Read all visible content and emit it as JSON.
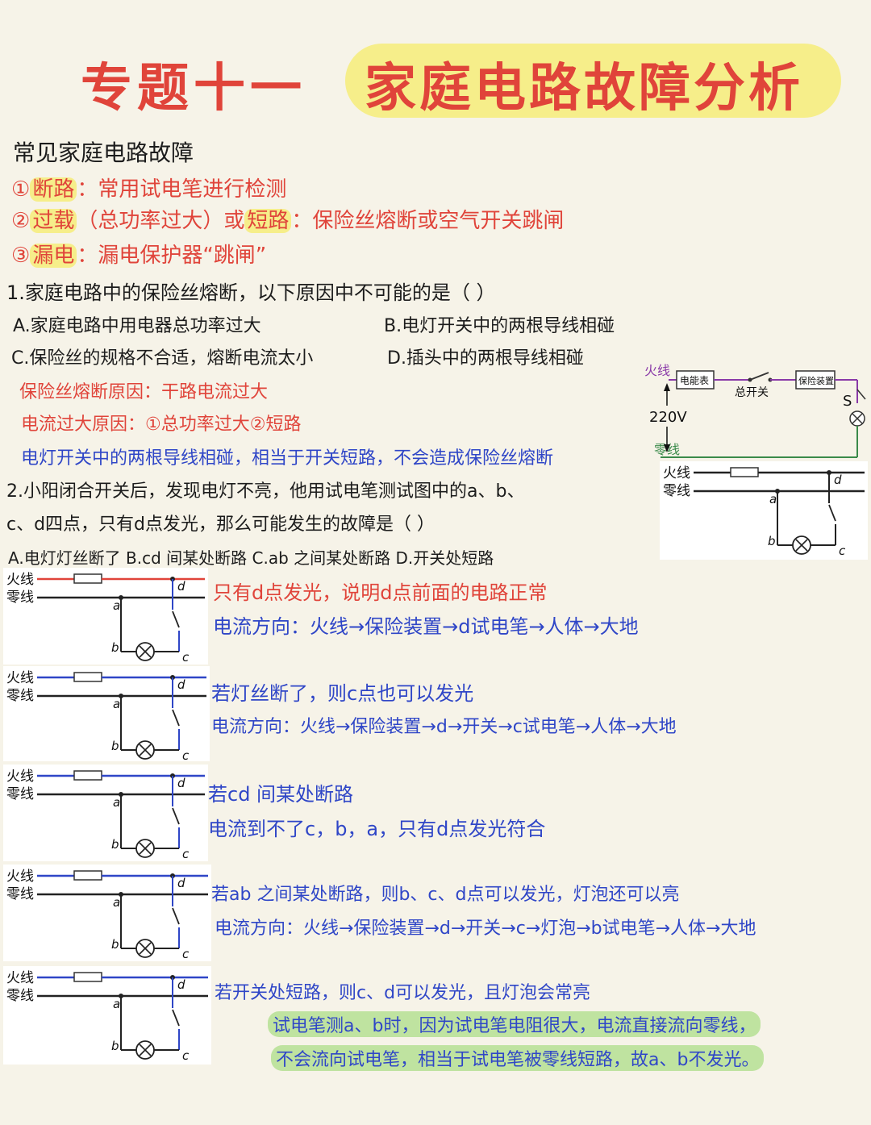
{
  "title": {
    "left": "专题十一",
    "right": "家庭电路故障分析"
  },
  "heading": "常见家庭电路故障",
  "faults": [
    {
      "num": "①",
      "key": "断路",
      "rest": "：常用试电笔进行检测"
    },
    {
      "num": "②",
      "key": "过载",
      "mid": "（总功率过大）或",
      "key2": "短路",
      "rest": "：保险丝熔断或空气开关跳闸"
    },
    {
      "num": "③",
      "key": "漏电",
      "rest": "：漏电保护器“跳闸”"
    }
  ],
  "q1": {
    "stem": "1.家庭电路中的保险丝熔断，以下原因中不可能的是（   ）",
    "optA": "A.家庭电路中用电器总功率过大",
    "optB": "B.电灯开关中的两根导线相碰",
    "optC": "C.保险丝的规格不合适，熔断电流太小",
    "optD": "D.插头中的两根导线相碰",
    "note1": "保险丝熔断原因：干路电流过大",
    "note2": "电流过大原因：①总功率过大②短路",
    "note3": "电灯开关中的两根导线相碰，相当于开关短路，不会造成保险丝熔断"
  },
  "q2": {
    "stem1": "2.小阳闭合开关后，发现电灯不亮，他用试电笔测试图中的a、b、",
    "stem2": "c、d四点，只有d点发光，那么可能发生的故障是（  ）",
    "opts": "A.电灯灯丝断了   B.cd 间某处断路   C.ab 之间某处断路   D.开关处短路"
  },
  "explain": [
    {
      "l1": "只有d点发光，说明d点前面的电路正常",
      "l2": "电流方向：火线→保险装置→d试电笔→人体→大地"
    },
    {
      "l1": "若灯丝断了，则c点也可以发光",
      "l2": "电流方向：火线→保险装置→d→开关→c试电笔→人体→大地"
    },
    {
      "l1": "若cd 间某处断路",
      "l2": "电流到不了c，b，a，只有d点发光符合"
    },
    {
      "l1": "若ab 之间某处断路，则b、c、d点可以发光，灯泡还可以亮",
      "l2": "电流方向：火线→保险装置→d→开关→c→灯泡→b试电笔→人体→大地"
    },
    {
      "l1": "若开关处短路，则c、d可以发光，且灯泡会常亮",
      "l2": "试电笔测a、b时，因为试电笔电阻很大，电流直接流向零线，",
      "l3": "不会流向试电笔，相当于试电笔被零线短路，故a、b不发光。"
    }
  ],
  "circuit": {
    "fire": "火线",
    "neutral": "零线",
    "a": "a",
    "b": "b",
    "c": "c",
    "d": "d",
    "meter": "电能表",
    "main_switch": "总开关",
    "protect": "保险装置",
    "voltage": "220V",
    "s": "S"
  },
  "colors": {
    "red": "#e0443a",
    "blue": "#2f46c7",
    "highlight": "#f6ee8a",
    "green": "#bfe3a0"
  }
}
